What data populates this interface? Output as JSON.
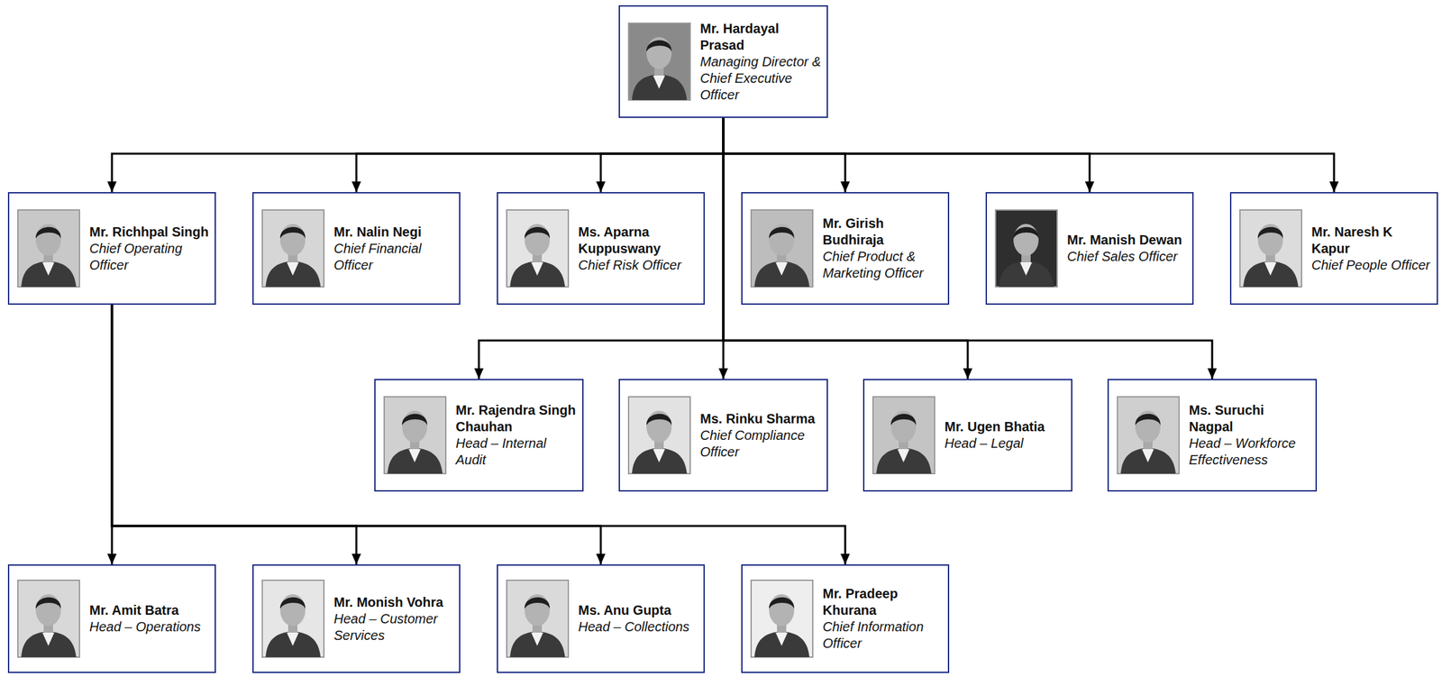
{
  "diagram": {
    "nodes": [
      {
        "text": [
          "Mr. Hardayal Prasad",
          "Managing Director & Chief Executive Officer"
        ]
      },
      {
        "text": [
          "Mr. Richhpal Singh",
          "Chief Operating Officer"
        ]
      },
      {
        "text": [
          "Mr. Nalin Negi",
          "Chief Financial Officer"
        ]
      },
      {
        "text": [
          "Ms. Aparna Kuppuswany",
          "Chief Risk Officer"
        ]
      },
      {
        "text": [
          "Mr. Girish Budhiraja",
          "Chief Product & Marketing Officer"
        ]
      },
      {
        "text": [
          "Mr. Manish Dewan",
          "Chief Sales Officer"
        ]
      },
      {
        "text": [
          "Mr. Naresh K Kapur",
          "Chief People Officer"
        ]
      },
      {
        "text": [
          "Mr. Rajendra Singh Chauhan",
          "Head – Internal Audit"
        ]
      },
      {
        "text": [
          "Ms. Rinku Sharma",
          "Chief Compliance Officer"
        ]
      },
      {
        "text": [
          "Mr. Ugen Bhatia",
          "Head – Legal"
        ]
      },
      {
        "text": [
          "Ms. Suruchi Nagpal",
          "Head – Workforce Effectiveness"
        ]
      },
      {
        "text": [
          "Mr. Amit Batra",
          "Head – Operations"
        ]
      },
      {
        "text": [
          "Mr. Monish Vohra",
          "Head – Customer Services"
        ]
      },
      {
        "text": [
          "Ms. Anu Gupta",
          "Head – Collections"
        ]
      },
      {
        "text": [
          "Mr. Pradeep Khurana",
          "Chief Information Officer"
        ]
      }
    ],
    "edges": [
      {
        "from": 0,
        "to": 1,
        "arrow": "to"
      },
      {
        "from": 0,
        "to": 2,
        "arrow": "to"
      },
      {
        "from": 0,
        "to": 3,
        "arrow": "to"
      },
      {
        "from": 0,
        "to": 4,
        "arrow": "to"
      },
      {
        "from": 0,
        "to": 5,
        "arrow": "to"
      },
      {
        "from": 0,
        "to": 6,
        "arrow": "to"
      },
      {
        "from": 0,
        "to": 7,
        "arrow": "to"
      },
      {
        "from": 0,
        "to": 8,
        "arrow": "to"
      },
      {
        "from": 0,
        "to": 9,
        "arrow": "to"
      },
      {
        "from": 0,
        "to": 10,
        "arrow": "to"
      },
      {
        "from": 1,
        "to": 11,
        "arrow": "to"
      },
      {
        "from": 1,
        "to": 12,
        "arrow": "to"
      },
      {
        "from": 1,
        "to": 13,
        "arrow": "to"
      },
      {
        "from": 1,
        "to": 14,
        "arrow": "to"
      }
    ]
  }
}
